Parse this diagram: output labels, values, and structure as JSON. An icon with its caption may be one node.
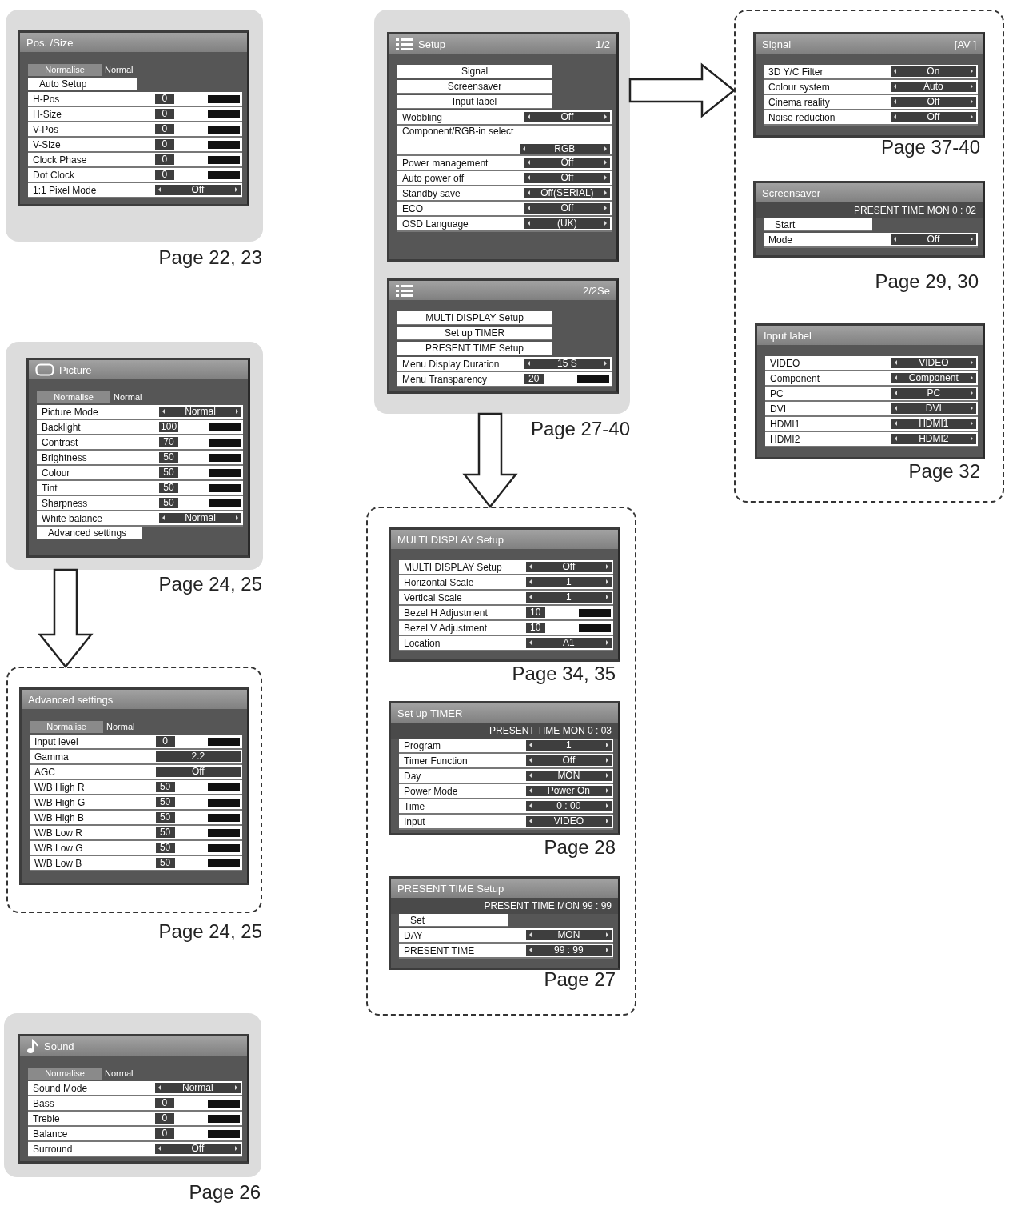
{
  "diagram": {
    "nodes": [
      {
        "text": [],
        "shape": "box",
        "beside": [
          "Page 22, 23"
        ]
      },
      {
        "text": [
          "Pos. /Size",
          "Normalise",
          "Normal",
          "Auto Setup",
          "H-Pos",
          "0",
          "H-Size",
          "0",
          "V-Pos",
          "0",
          "V-Size",
          "0",
          "Clock Phase",
          "0",
          "Dot Clock",
          "0",
          "1:1 Pixel Mode",
          "Off"
        ],
        "in": 0
      },
      {
        "text": [],
        "shape": "box",
        "beside": [
          "Page 24, 25"
        ]
      },
      {
        "text": [
          "Picture",
          "Normalise",
          "Normal",
          "Picture Mode",
          "Normal",
          "Backlight",
          "100",
          "Contrast",
          "70",
          "Brightness",
          "50",
          "Colour",
          "50",
          "Tint",
          "50",
          "Sharpness",
          "50",
          "White balance",
          "Normal",
          "Advanced settings"
        ],
        "in": 2
      },
      {
        "text": [],
        "shape": "box",
        "beside": [
          "Page 24, 25"
        ]
      },
      {
        "text": [
          "Advanced settings",
          "Normalise",
          "Normal",
          "Input level",
          "0",
          "Gamma",
          "2.2",
          "AGC",
          "Off",
          "W/B High R",
          "50",
          "W/B High G",
          "50",
          "W/B High B",
          "50",
          "W/B Low R",
          "50",
          "W/B Low G",
          "50",
          "W/B Low B",
          "50"
        ],
        "in": 4
      },
      {
        "text": [],
        "shape": "box",
        "beside": [
          "Page 26"
        ]
      },
      {
        "text": [
          "Sound",
          "Normalise",
          "Normal",
          "Sound Mode",
          "Normal",
          "Bass",
          "0",
          "Treble",
          "0",
          "Balance",
          "0",
          "Surround",
          "Off"
        ],
        "in": 6
      },
      {
        "text": [],
        "shape": "box",
        "beside": [
          "Page 27-40"
        ]
      },
      {
        "text": [
          "Setup",
          "1/2",
          "Signal",
          "Screensaver",
          "Input label",
          "Wobbling",
          "Off",
          "Component/RGB-in select",
          "RGB",
          "Power management",
          "Off",
          "Auto power off",
          "Off",
          "Standby save",
          "Off(SERIAL)",
          "ECO",
          "Off",
          "OSD Language",
          "(UK)"
        ],
        "in": 8
      },
      {
        "text": [
          "2/2Se",
          "MULTI DISPLAY Setup",
          "Set up TIMER",
          "PRESENT TIME Setup",
          "Menu Display Duration",
          "15 S",
          "Menu Transparency",
          "20"
        ],
        "in": 8
      },
      {
        "text": [],
        "shape": "box"
      },
      {
        "text": [
          "MULTI DISPLAY Setup",
          "MULTI DISPLAY Setup",
          "Off",
          "Horizontal Scale",
          "1",
          "Vertical Scale",
          "1",
          "Bezel H Adjustment",
          "10",
          "Bezel V Adjustment",
          "10",
          "Location",
          "A1"
        ],
        "in": 11,
        "beside": [
          "Page 34, 35"
        ]
      },
      {
        "text": [
          "Set up TIMER",
          "PRESENT TIME MON 0 : 03",
          "Program",
          "1",
          "Timer Function",
          "Off",
          "Day",
          "MON",
          "Power Mode",
          "Power On",
          "Time",
          "0 : 00",
          "Input",
          "VIDEO"
        ],
        "in": 11,
        "beside": [
          "Page 28"
        ]
      },
      {
        "text": [
          "PRESENT TIME Setup",
          "PRESENT TIME MON 99 : 99",
          "Set",
          "DAY",
          "MON",
          "PRESENT TIME",
          "99 : 99"
        ],
        "in": 11,
        "beside": [
          "Page 27"
        ]
      },
      {
        "text": [],
        "shape": "box"
      },
      {
        "text": [
          "Signal",
          "[AV ]",
          "3D Y/C Filter",
          "On",
          "Colour system",
          "Auto",
          "Cinema reality",
          "Off",
          "Noise reduction",
          "Off"
        ],
        "in": 15,
        "beside": [
          "Page 37-40"
        ]
      },
      {
        "text": [
          "Screensaver",
          "PRESENT TIME MON 0 : 02",
          "Start",
          "Mode",
          "Off"
        ],
        "in": 15,
        "beside": [
          "Page 29, 30"
        ]
      },
      {
        "text": [
          "Input label",
          "VIDEO",
          "VIDEO",
          "Component",
          "Component",
          "PC",
          "PC",
          "DVI",
          "DVI",
          "HDMI1",
          "HDMI1",
          "HDMI2",
          "HDMI2"
        ],
        "in": 15,
        "beside": [
          "Page 32"
        ]
      }
    ],
    "edges": [
      {
        "from": 2,
        "to": 4,
        "arrow": "to"
      },
      {
        "from": 8,
        "to": 11,
        "arrow": "to"
      },
      {
        "from": 8,
        "to": 15,
        "arrow": "to"
      }
    ]
  }
}
